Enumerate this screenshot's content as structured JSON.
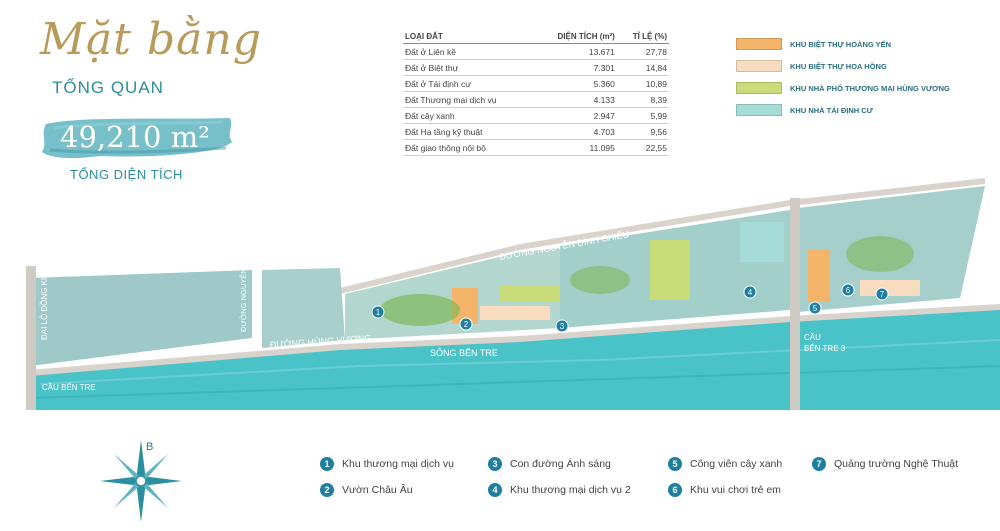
{
  "header": {
    "title_script": "Mặt bằng",
    "title_sub": "TỔNG QUAN",
    "area_value": "49,210 m²",
    "area_label": "TỔNG DIỆN TÍCH"
  },
  "table": {
    "headers": [
      "LOẠI ĐẤT",
      "DIỆN TÍCH (m²)",
      "TỈ LỆ (%)"
    ],
    "rows": [
      [
        "Đất ở Liên kề",
        "13.671",
        "27,78"
      ],
      [
        "Đất ở Biệt thự",
        "7.301",
        "14,84"
      ],
      [
        "Đất ở Tái định cư",
        "5.360",
        "10,89"
      ],
      [
        "Đất Thương mại dịch vụ",
        "4.133",
        "8,39"
      ],
      [
        "Đất cây xanh",
        "2.947",
        "5,99"
      ],
      [
        "Đất Hạ tầng kỹ thuật",
        "4.703",
        "9,56"
      ],
      [
        "Đất giao thông nội bộ",
        "11.095",
        "22,55"
      ]
    ]
  },
  "legend": [
    {
      "label": "KHU BIỆT THỰ HOÀNG YẾN",
      "color": "#f4b46a"
    },
    {
      "label": "KHU BIỆT THỰ HOA HỒNG",
      "color": "#f7dcc0"
    },
    {
      "label": "KHU NHÀ PHỐ THƯƠNG MẠI HÙNG VƯƠNG",
      "color": "#c9dc7a"
    },
    {
      "label": "KHU NHÀ TÁI ĐỊNH CƯ",
      "color": "#a6dcd8"
    }
  ],
  "map_labels": {
    "road_dong_khoi": "ĐẠI LỘ ĐỒNG KHỞI",
    "road_nguyen_hue": "ĐƯỜNG NGUYỄN HUỆ",
    "road_hung_vuong": "ĐƯỜNG HÙNG VƯƠNG",
    "road_nguyen_dinh_chieu": "ĐƯỜNG NGUYỄN ĐÌNH CHIỂU",
    "river": "SÔNG BẾN TRE",
    "bridge_left": "CẦU BẾN TRE",
    "bridge_right_1": "CẦU",
    "bridge_right_2": "BẾN TRE 3"
  },
  "compass_label": "B",
  "pois": [
    {
      "num": "1",
      "label": "Khu thương mại dịch vụ"
    },
    {
      "num": "2",
      "label": "Vườn Châu Âu"
    },
    {
      "num": "3",
      "label": "Con đường Ánh sáng"
    },
    {
      "num": "4",
      "label": "Khu thương mại dịch vụ 2"
    },
    {
      "num": "5",
      "label": "Công viên cây xanh"
    },
    {
      "num": "6",
      "label": "Khu vui chơi trẻ em"
    },
    {
      "num": "7",
      "label": "Quảng trường Nghệ Thuật"
    }
  ],
  "map_markers": [
    "1",
    "2",
    "3",
    "4",
    "5",
    "6",
    "7"
  ],
  "colors": {
    "brand_gold": "#b89a5a",
    "brand_teal": "#2a8fa0",
    "river": "#49c3c8",
    "land_block": "#9fc9c9",
    "road": "#d9d3cc"
  }
}
